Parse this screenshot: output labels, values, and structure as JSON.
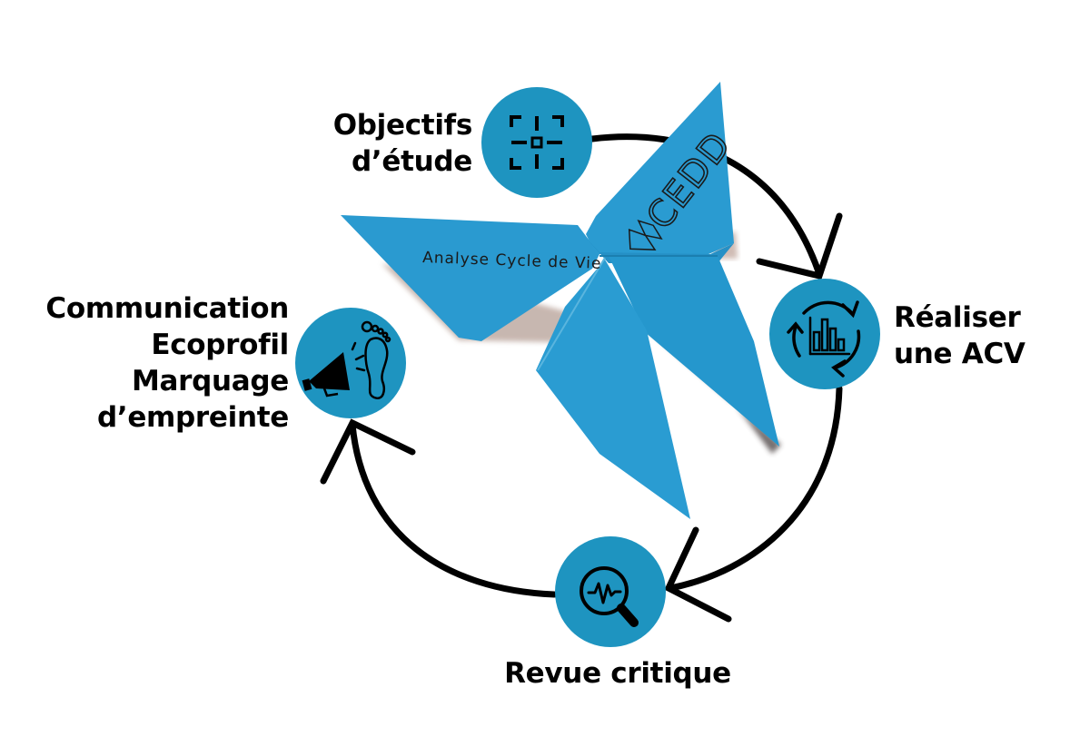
{
  "diagram": {
    "type": "cycle",
    "colors": {
      "node_fill": "#1E94C0",
      "butterfly_fill": "#2A9AD0",
      "butterfly_shade": "#1F86B8",
      "arrow_stroke": "#000000",
      "icon_stroke": "#000000",
      "shadow": "#8F7468"
    },
    "center_image": {
      "description": "origami-butterfly",
      "wing_text": "Analyse Cycle de Vie",
      "logo_text": "CEDD"
    },
    "steps": [
      {
        "id": "objectifs",
        "label_lines": [
          "Objectifs",
          "d’étude"
        ],
        "icon": "target-focus-icon"
      },
      {
        "id": "realiser",
        "label_lines": [
          "Réaliser",
          "une ACV"
        ],
        "icon": "refresh-bar-chart-icon"
      },
      {
        "id": "revue",
        "label_lines": [
          "Revue critique"
        ],
        "icon": "magnifier-pulse-icon"
      },
      {
        "id": "communication",
        "label_lines": [
          "Communication",
          "Ecoprofil",
          "Marquage",
          "d’empreinte"
        ],
        "icon": "megaphone-footprint-icon"
      }
    ],
    "flow": [
      "objectifs",
      "realiser",
      "revue",
      "communication",
      "objectifs"
    ]
  }
}
